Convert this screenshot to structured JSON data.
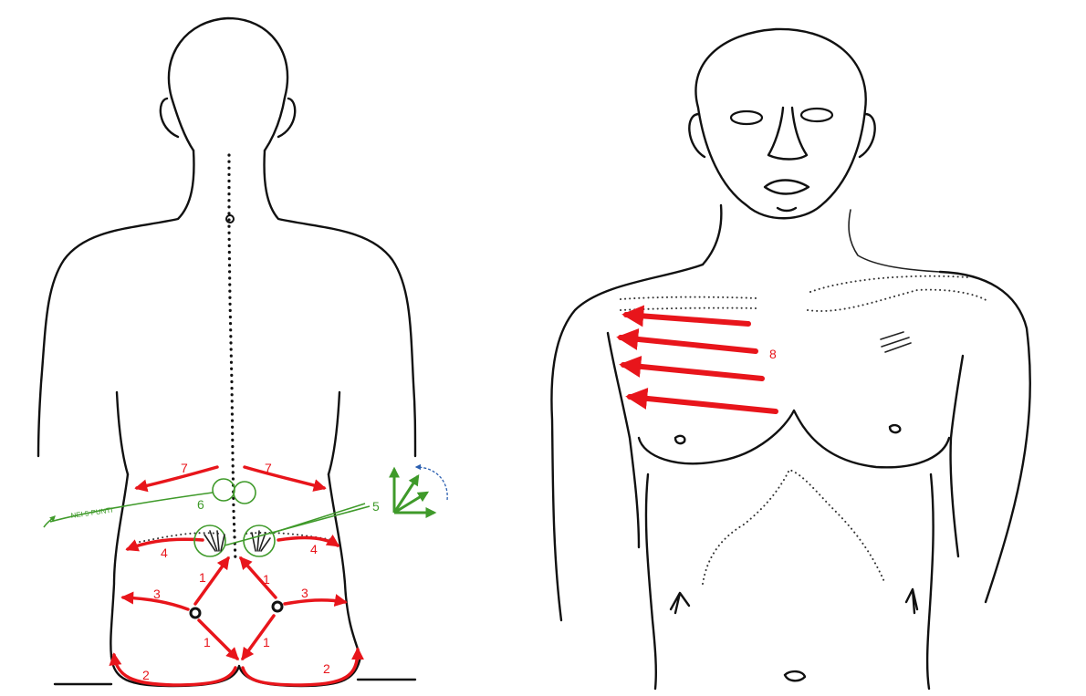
{
  "colors": {
    "arrow_red": "#e8151b",
    "marker_green": "#3f9a2a",
    "ink": "#111111",
    "rotation_blue": "#2b5fb0"
  },
  "back_figure": {
    "labels": {
      "l1a": "1",
      "l1b": "1",
      "l1c": "1",
      "l1d": "1",
      "l2a": "2",
      "l2b": "2",
      "l3a": "3",
      "l3b": "3",
      "l4a": "4",
      "l4b": "4",
      "l5": "5",
      "l6": "6",
      "l7a": "7",
      "l7b": "7"
    },
    "note": "NEI 5 PUNTI"
  },
  "front_figure": {
    "labels": {
      "l8": "8"
    }
  }
}
